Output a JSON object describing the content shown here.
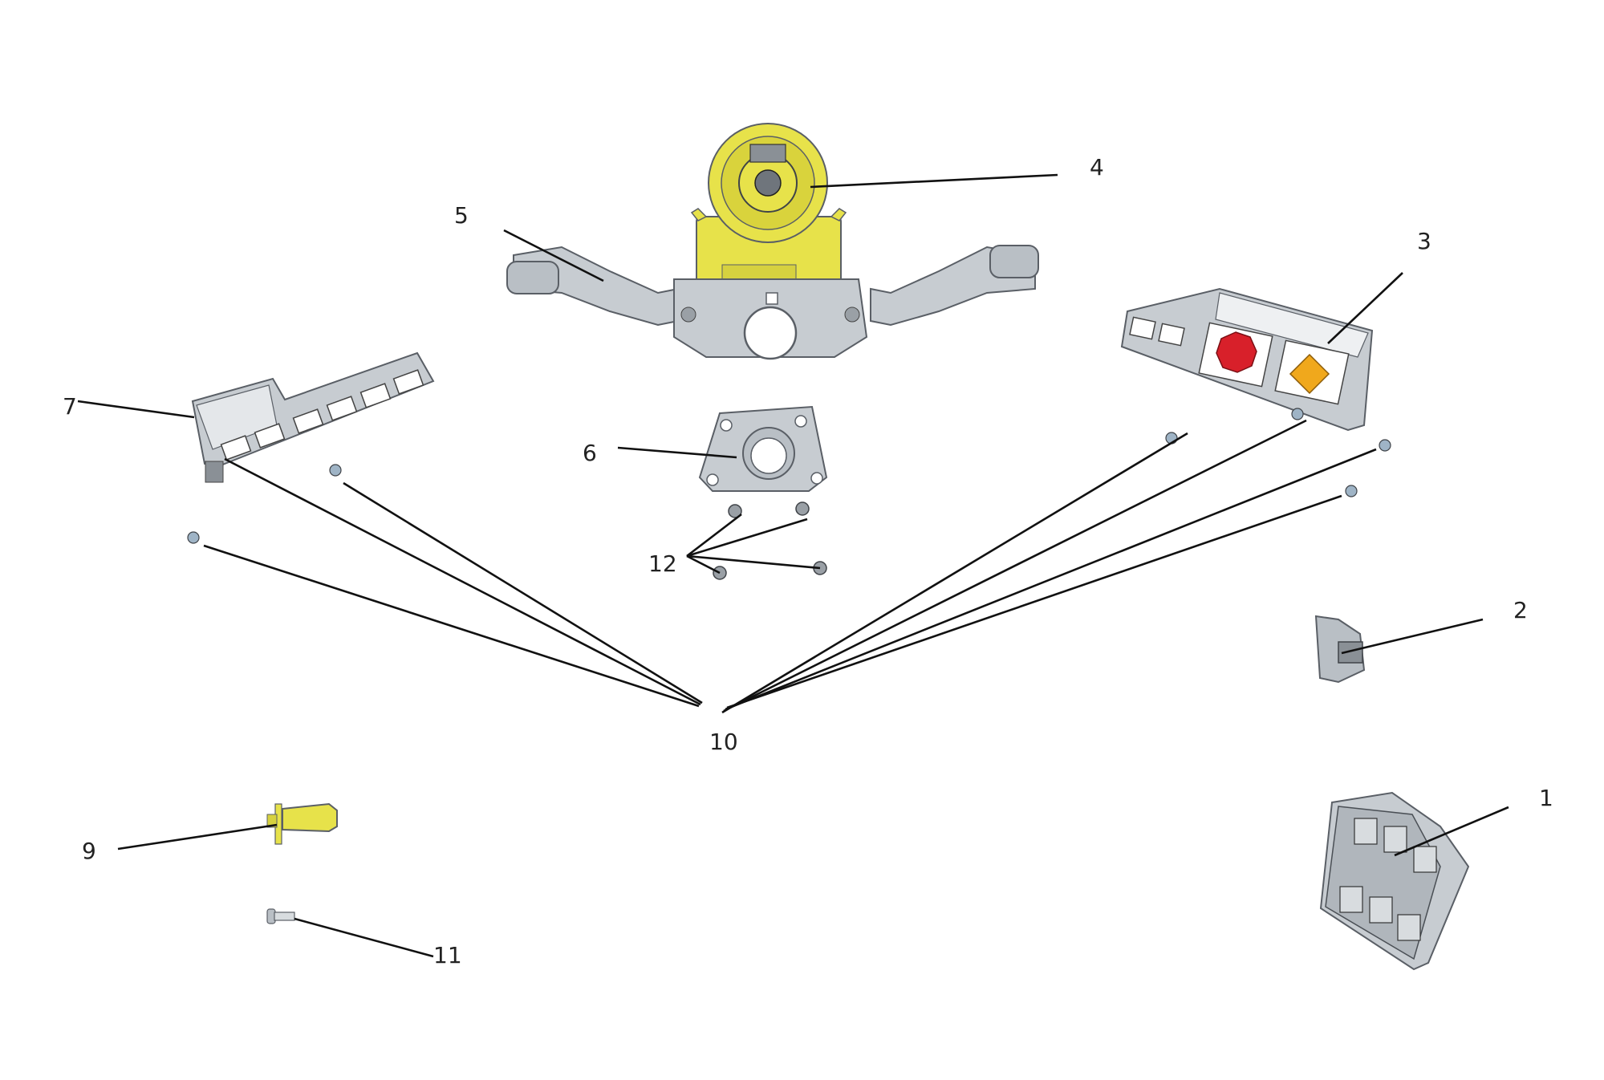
{
  "diagram": {
    "colors": {
      "housing": "#c7ccd1",
      "housing_dark": "#7d848c",
      "yellow": "#e7e24a",
      "red": "#d8202a",
      "orange": "#f0a81c",
      "leader": "#111111"
    },
    "labels": [
      {
        "id": "1",
        "text": "1"
      },
      {
        "id": "2",
        "text": "2"
      },
      {
        "id": "3",
        "text": "3"
      },
      {
        "id": "4",
        "text": "4"
      },
      {
        "id": "5",
        "text": "5"
      },
      {
        "id": "6",
        "text": "6"
      },
      {
        "id": "7",
        "text": "7"
      },
      {
        "id": "9",
        "text": "9"
      },
      {
        "id": "10",
        "text": "10"
      },
      {
        "id": "11",
        "text": "11"
      },
      {
        "id": "12",
        "text": "12"
      }
    ]
  }
}
